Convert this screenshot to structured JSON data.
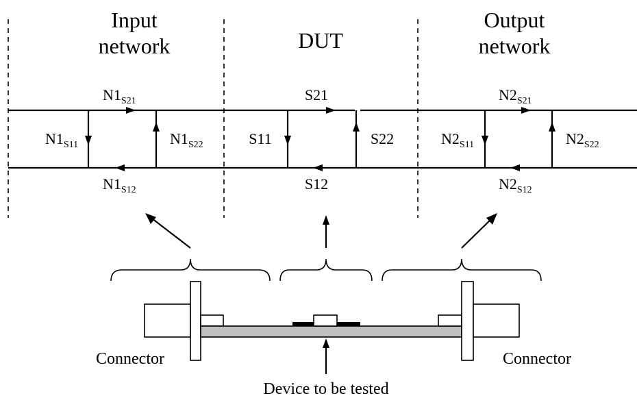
{
  "headers": {
    "input_line1": "Input",
    "input_line2": "network",
    "dut": "DUT",
    "output_line1": "Output",
    "output_line2": "network"
  },
  "params": {
    "n1_s21": {
      "main": "N1",
      "sub": "S21"
    },
    "n1_s11": {
      "main": "N1",
      "sub": "S11"
    },
    "n1_s22": {
      "main": "N1",
      "sub": "S22"
    },
    "n1_s12": {
      "main": "N1",
      "sub": "S12"
    },
    "s21": "S21",
    "s11": "S11",
    "s22": "S22",
    "s12": "S12",
    "n2_s21": {
      "main": "N2",
      "sub": "S21"
    },
    "n2_s11": {
      "main": "N2",
      "sub": "S11"
    },
    "n2_s22": {
      "main": "N2",
      "sub": "S22"
    },
    "n2_s12": {
      "main": "N2",
      "sub": "S12"
    }
  },
  "captions": {
    "connector_left": "Connector",
    "connector_right": "Connector",
    "device": "Device to be tested"
  }
}
